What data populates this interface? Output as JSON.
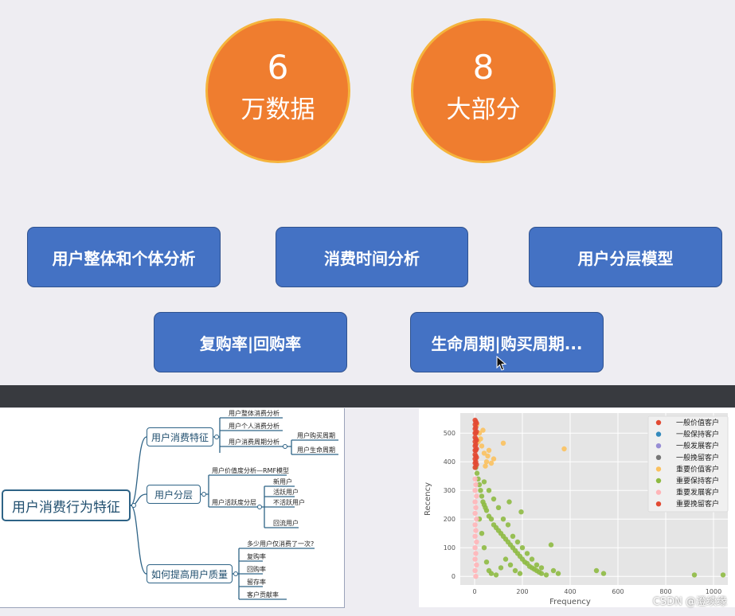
{
  "stats": [
    {
      "number": "6",
      "label": "万数据"
    },
    {
      "number": "8",
      "label": "大部分"
    }
  ],
  "topics": [
    "用户整体和个体分析",
    "消费时间分析",
    "用户分层模型",
    "复购率|回购率",
    "生命周期|购买周期..."
  ],
  "mindmap": {
    "root": "用户消费行为特征",
    "branches": [
      {
        "label": "用户消费特征",
        "leaves": [
          "用户整体消费分析",
          "用户个人消费分析",
          "用户消费周期分析"
        ],
        "subleaves": [
          "用户购买周期",
          "用户生命周期"
        ]
      },
      {
        "label": "用户分层",
        "leaves": [
          "用户价值度分析—RMF模型",
          "用户活跃度分层"
        ],
        "subleaves": [
          "新用户",
          "活跃用户",
          "不活跃用户",
          "回流用户"
        ]
      },
      {
        "label": "如何提高用户质量",
        "leaves": [
          "多少用户仅消费了一次?",
          "复购率",
          "回购率",
          "留存率",
          "客户贡献率"
        ]
      }
    ]
  },
  "chart_data": {
    "type": "scatter",
    "xlabel": "Frequency",
    "ylabel": "Recency",
    "xlim": [
      -60,
      1060
    ],
    "ylim": [
      -30,
      570
    ],
    "xticks": [
      0,
      200,
      400,
      600,
      800,
      1000
    ],
    "yticks": [
      0,
      100,
      200,
      300,
      400,
      500
    ],
    "grid": true,
    "legend_position": "top-right",
    "series": [
      {
        "name": "一般价值客户",
        "color": "#e24a33",
        "points": []
      },
      {
        "name": "一般保持客户",
        "color": "#348abd",
        "points": []
      },
      {
        "name": "一般发展客户",
        "color": "#988ed5",
        "points": []
      },
      {
        "name": "一般挽留客户",
        "color": "#777777",
        "points": []
      },
      {
        "name": "重要价值客户",
        "color": "#fbc15e",
        "points": [
          [
            10,
            530
          ],
          [
            20,
            500
          ],
          [
            25,
            480
          ],
          [
            30,
            455
          ],
          [
            40,
            430
          ],
          [
            55,
            420
          ],
          [
            60,
            440
          ],
          [
            80,
            410
          ],
          [
            120,
            465
          ],
          [
            375,
            445
          ],
          [
            15,
            470
          ],
          [
            35,
            510
          ],
          [
            50,
            400
          ],
          [
            70,
            395
          ],
          [
            45,
            385
          ]
        ]
      },
      {
        "name": "重要保持客户",
        "color": "#8eba42",
        "points": [
          [
            5,
            380
          ],
          [
            10,
            360
          ],
          [
            15,
            340
          ],
          [
            20,
            320
          ],
          [
            25,
            300
          ],
          [
            30,
            280
          ],
          [
            35,
            260
          ],
          [
            40,
            250
          ],
          [
            45,
            240
          ],
          [
            50,
            230
          ],
          [
            60,
            210
          ],
          [
            70,
            200
          ],
          [
            80,
            180
          ],
          [
            90,
            170
          ],
          [
            100,
            160
          ],
          [
            110,
            150
          ],
          [
            120,
            140
          ],
          [
            130,
            130
          ],
          [
            140,
            120
          ],
          [
            150,
            110
          ],
          [
            160,
            100
          ],
          [
            170,
            90
          ],
          [
            180,
            80
          ],
          [
            190,
            70
          ],
          [
            200,
            60
          ],
          [
            210,
            50
          ],
          [
            220,
            45
          ],
          [
            230,
            35
          ],
          [
            240,
            30
          ],
          [
            250,
            25
          ],
          [
            260,
            20
          ],
          [
            270,
            15
          ],
          [
            280,
            10
          ],
          [
            300,
            5
          ],
          [
            320,
            110
          ],
          [
            330,
            20
          ],
          [
            350,
            10
          ],
          [
            40,
            330
          ],
          [
            60,
            300
          ],
          [
            80,
            270
          ],
          [
            100,
            240
          ],
          [
            120,
            200
          ],
          [
            140,
            180
          ],
          [
            160,
            140
          ],
          [
            180,
            120
          ],
          [
            200,
            100
          ],
          [
            220,
            80
          ],
          [
            240,
            60
          ],
          [
            260,
            40
          ],
          [
            280,
            30
          ],
          [
            195,
            225
          ],
          [
            145,
            260
          ],
          [
            20,
            200
          ],
          [
            30,
            150
          ],
          [
            40,
            100
          ],
          [
            50,
            50
          ],
          [
            60,
            20
          ],
          [
            70,
            10
          ],
          [
            90,
            5
          ],
          [
            110,
            30
          ],
          [
            130,
            60
          ],
          [
            150,
            40
          ],
          [
            170,
            20
          ],
          [
            190,
            10
          ],
          [
            510,
            20
          ],
          [
            540,
            10
          ],
          [
            920,
            5
          ],
          [
            1040,
            5
          ]
        ]
      },
      {
        "name": "重要发展客户",
        "color": "#ffb5b8",
        "points": [
          [
            2,
            340
          ],
          [
            2,
            300
          ],
          [
            2,
            260
          ],
          [
            2,
            220
          ],
          [
            2,
            180
          ],
          [
            2,
            140
          ],
          [
            2,
            100
          ],
          [
            2,
            60
          ],
          [
            2,
            20
          ],
          [
            5,
            320
          ],
          [
            5,
            240
          ],
          [
            5,
            160
          ],
          [
            5,
            80
          ],
          [
            5,
            0
          ],
          [
            8,
            280
          ],
          [
            8,
            200
          ],
          [
            8,
            120
          ],
          [
            8,
            40
          ]
        ]
      },
      {
        "name": "重要挽留客户",
        "color": "#e24a33",
        "points": [
          [
            2,
            545
          ],
          [
            2,
            530
          ],
          [
            2,
            515
          ],
          [
            2,
            500
          ],
          [
            2,
            485
          ],
          [
            2,
            470
          ],
          [
            2,
            455
          ],
          [
            2,
            440
          ],
          [
            2,
            425
          ],
          [
            2,
            410
          ],
          [
            2,
            395
          ],
          [
            2,
            380
          ],
          [
            5,
            540
          ],
          [
            5,
            520
          ],
          [
            5,
            500
          ],
          [
            5,
            480
          ],
          [
            5,
            460
          ],
          [
            5,
            440
          ],
          [
            5,
            420
          ],
          [
            5,
            400
          ],
          [
            8,
            535
          ],
          [
            8,
            505
          ],
          [
            8,
            475
          ],
          [
            8,
            445
          ],
          [
            8,
            415
          ],
          [
            8,
            390
          ]
        ]
      }
    ]
  },
  "watermark": "CSDN @澄续缘"
}
